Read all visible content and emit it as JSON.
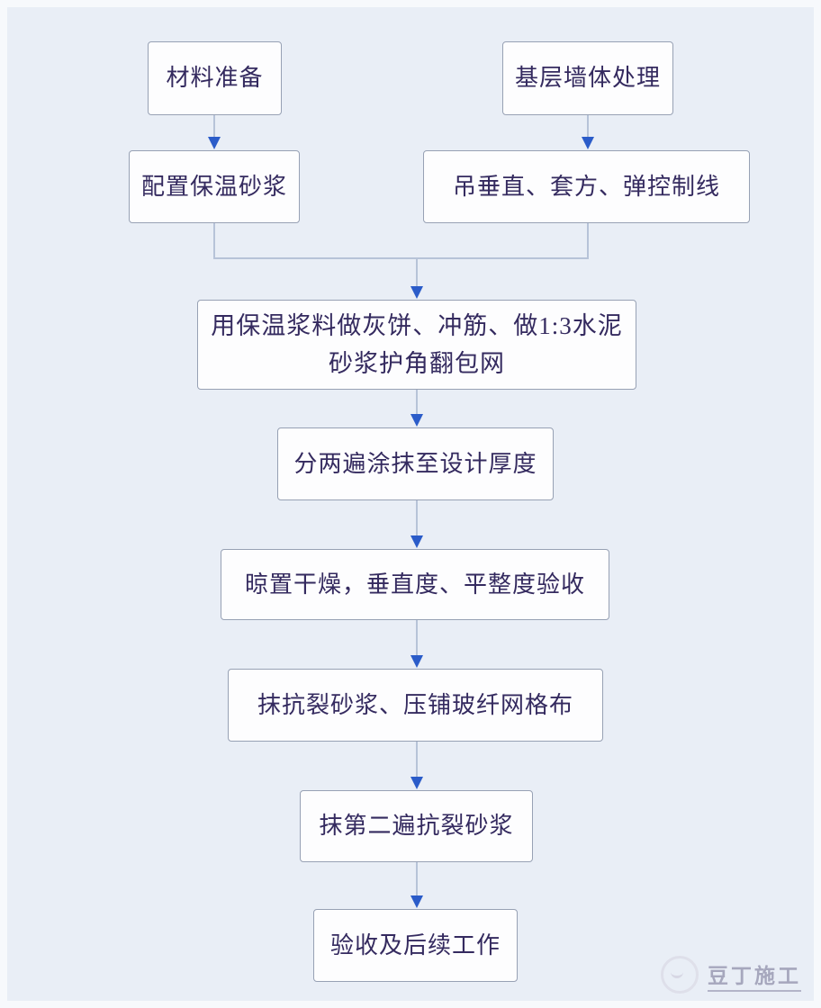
{
  "flowchart": {
    "nodes": [
      {
        "id": "material-preparation",
        "label": "材料准备"
      },
      {
        "id": "base-wall-treatment",
        "label": "基层墙体处理"
      },
      {
        "id": "prepare-insulation-mortar",
        "label": "配置保温砂浆"
      },
      {
        "id": "hang-vertical-control-lines",
        "label": "吊垂直、套方、弹控制线"
      },
      {
        "id": "plaster-cakes-screeds",
        "label": "用保温浆料做灰饼、冲筋、做1:3水泥\n砂浆护角翻包网"
      },
      {
        "id": "apply-two-coats",
        "label": "分两遍涂抹至设计厚度"
      },
      {
        "id": "dry-and-acceptance",
        "label": "晾置干燥，垂直度、平整度验收"
      },
      {
        "id": "crack-mortar-fiberglass-mesh",
        "label": "抹抗裂砂浆、压铺玻纤网格布"
      },
      {
        "id": "second-crack-mortar-coat",
        "label": "抹第二遍抗裂砂浆"
      },
      {
        "id": "acceptance-follow-up",
        "label": "验收及后续工作"
      }
    ],
    "edges": [
      {
        "from": "material-preparation",
        "to": "prepare-insulation-mortar"
      },
      {
        "from": "base-wall-treatment",
        "to": "hang-vertical-control-lines"
      },
      {
        "from": "prepare-insulation-mortar",
        "to": "plaster-cakes-screeds"
      },
      {
        "from": "hang-vertical-control-lines",
        "to": "plaster-cakes-screeds"
      },
      {
        "from": "plaster-cakes-screeds",
        "to": "apply-two-coats"
      },
      {
        "from": "apply-two-coats",
        "to": "dry-and-acceptance"
      },
      {
        "from": "dry-and-acceptance",
        "to": "crack-mortar-fiberglass-mesh"
      },
      {
        "from": "crack-mortar-fiberglass-mesh",
        "to": "second-crack-mortar-coat"
      },
      {
        "from": "second-crack-mortar-coat",
        "to": "acceptance-follow-up"
      }
    ],
    "colors": {
      "background": "#e9eef6",
      "node_fill": "#fdfdfe",
      "node_border": "#97a1b4",
      "node_text": "#342a5f",
      "connector_line": "#b7c3d8",
      "arrow_head": "#2b5cc9"
    }
  },
  "watermark": {
    "text": "豆丁施工"
  }
}
